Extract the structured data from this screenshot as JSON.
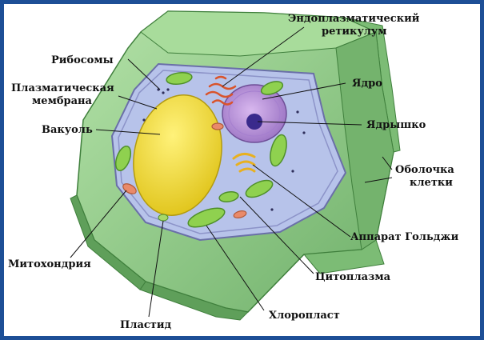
{
  "colors": {
    "frame": "#1d4f96",
    "wall_outer": "#8fcc8a",
    "wall_inner": "#5f9f5a",
    "cytoplasm": "#b7c3ea",
    "vacuole": "#f2df2a",
    "nucleus": "#b88fd8",
    "nucleolus": "#3a2a8c",
    "chloroplast": "#8fd14f",
    "er": "#d9532b"
  },
  "labels": {
    "er_line1": "Эндоплазматический",
    "er_line2": "ретикулум",
    "ribosomes": "Рибосомы",
    "membrane_line1": "Плазматическая",
    "membrane_line2": "мембрана",
    "vacuole": "Вакуоль",
    "nucleus": "Ядро",
    "nucleolus": "Ядрышко",
    "wall_line1": "Оболочка",
    "wall_line2": "клетки",
    "golgi": "Аппарат Гольджи",
    "cytoplasm": "Цитоплазма",
    "mitochondria": "Митохондрия",
    "chloroplast": "Хлоропласт",
    "plastid": "Пластид"
  }
}
